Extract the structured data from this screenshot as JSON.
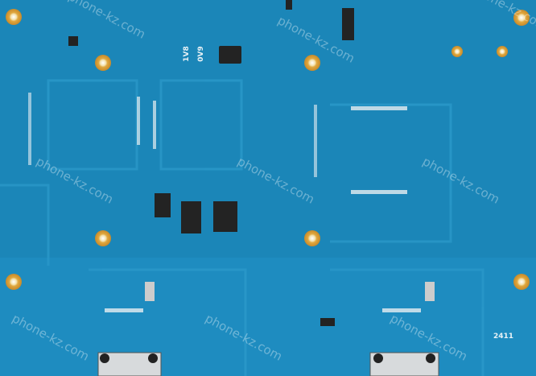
{
  "board": {
    "silkscreen_labels": [
      "1V8",
      "0V9",
      "2411"
    ],
    "watermark": "phone-kz.com",
    "colors": {
      "pcb": "#1b86b8",
      "trace": "#2a97c8",
      "pad": "#d9a441",
      "chip": "#222222"
    }
  }
}
